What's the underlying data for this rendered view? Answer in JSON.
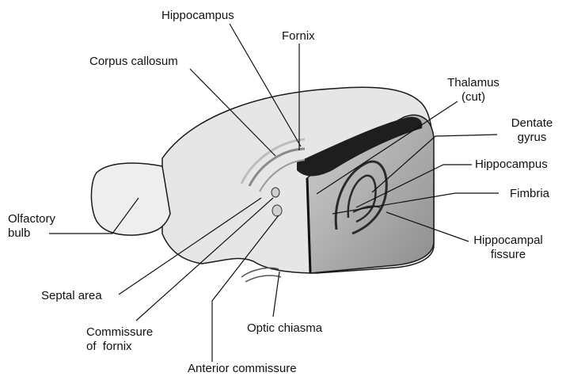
{
  "labels": {
    "hippocampus_top": "Hippocampus",
    "fornix": "Fornix",
    "corpus_callosum": "Corpus callosum",
    "thalamus_line1": "Thalamus",
    "thalamus_line2": "(cut)",
    "dentate_line1": "Dentate",
    "dentate_line2": "gyrus",
    "hippocampus_right": "Hippocampus",
    "fimbria": "Fimbria",
    "hippocampal_fissure_line1": "Hippocampal",
    "hippocampal_fissure_line2": "fissure",
    "olfactory_line1": "Olfactory",
    "olfactory_line2": "bulb",
    "septal_area": "Septal area",
    "commissure_line1": "Commissure",
    "commissure_line2": "of  fornix",
    "optic_chiasma": "Optic chiasma",
    "anterior_commissure": "Anterior commissure"
  },
  "colors": {
    "line": "#111111",
    "brain_fill": "#e4e4e4",
    "brain_light": "#f2f2f2",
    "cut_fill": "#b9b9b9",
    "dark": "#1e1e1e"
  }
}
